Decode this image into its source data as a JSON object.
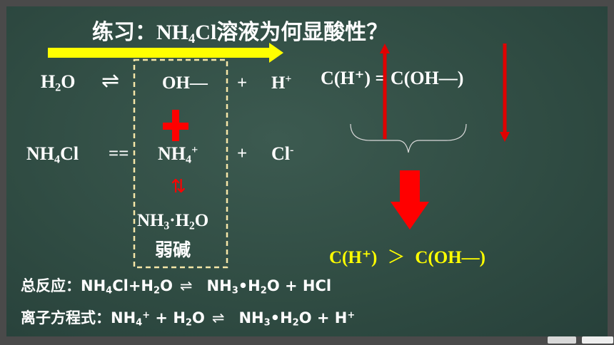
{
  "title": {
    "prefix": "练习：",
    "formula_main": "NH",
    "formula_sub": "4",
    "formula_rest": "Cl",
    "suffix": "溶液为何显酸性？"
  },
  "equation1": {
    "lhs_main": "H",
    "lhs_sub": "2",
    "lhs_rest": "O",
    "arrow": "⇌",
    "prod1": "OH—",
    "plus": "+",
    "prod2_main": "H",
    "prod2_sup": "+"
  },
  "equation2": {
    "lhs_main": "NH",
    "lhs_sub": "4",
    "lhs_rest": "Cl",
    "arrow": "==",
    "prod1_main": "NH",
    "prod1_sub": "4",
    "prod1_sup": "+",
    "plus": "+",
    "prod2_main": "Cl",
    "prod2_sup": "-"
  },
  "equilibrium_arrow": "⇅",
  "weak_base": {
    "p1": "NH",
    "s1": "3",
    "p2": "·H",
    "s2": "2",
    "p3": "O",
    "label": "弱碱"
  },
  "balance_eq": {
    "text": "C(H⁺)  =  C(OH—)"
  },
  "result": {
    "left": "C(H⁺)",
    "op": "＞",
    "right": "C(OH—)"
  },
  "total_reaction": {
    "label": "总反应：",
    "a1": "NH",
    "a1s": "4",
    "a2": "Cl+H",
    "a2s": "2",
    "a3": "O",
    "arrow": "⇌",
    "b1": "NH",
    "b1s": "3",
    "b2": "•H",
    "b2s": "2",
    "b3": "O + HCl"
  },
  "ionic_equation": {
    "label": "离子方程式：",
    "a1": "NH",
    "a1s": "4",
    "a1p": "+",
    "a2": " + H",
    "a2s": "2",
    "a3": "O",
    "arrow": "⇌",
    "b1": "NH",
    "b1s": "3",
    "b2": "•H",
    "b2s": "2",
    "b3": "O + H",
    "b3p": "+"
  },
  "colors": {
    "board": "#2f4b42",
    "frame": "#4a4a4a",
    "text": "#ffffff",
    "highlight": "#ffff00",
    "arrow_red": "#ff0000",
    "dash_box": "#f5e6a8"
  }
}
